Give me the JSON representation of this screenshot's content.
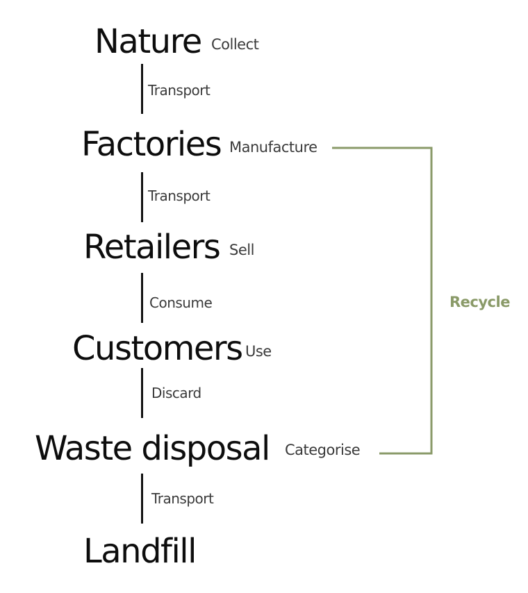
{
  "stages": [
    {
      "name": "Nature",
      "action": "Collect"
    },
    {
      "name": "Factories",
      "action": "Manufacture"
    },
    {
      "name": "Retailers",
      "action": "Sell"
    },
    {
      "name": "Customers",
      "action": "Use"
    },
    {
      "name": "Waste disposal",
      "action": "Categorise"
    },
    {
      "name": "Landfill",
      "action": ""
    }
  ],
  "links": [
    "Transport",
    "Transport",
    "Consume",
    "Discard",
    "Transport"
  ],
  "recycle": {
    "label": "Recycle",
    "color": "#8a9a68"
  },
  "colors": {
    "text": "#0d0d0d",
    "action": "#3a3a3a",
    "line": "#111111"
  }
}
